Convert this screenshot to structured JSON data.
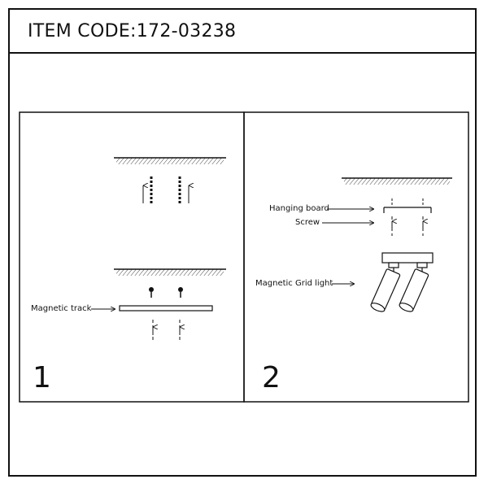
{
  "header": {
    "item_code": "ITEM CODE:172-03238"
  },
  "panel1": {
    "step": "1",
    "labels": {
      "magnetic_track": "Magnetic track"
    }
  },
  "panel2": {
    "step": "2",
    "labels": {
      "hanging_board": "Hanging board",
      "screw": "Screw",
      "magnetic_grid_light": "Magnetic Grid light"
    }
  },
  "colors": {
    "line": "#111111",
    "background": "#ffffff"
  },
  "icons": [
    "hatched-ceiling-icon",
    "wall-anchor-icon",
    "up-arrow-icon",
    "screw-icon",
    "arrow-right-icon",
    "spotlight-icon"
  ]
}
